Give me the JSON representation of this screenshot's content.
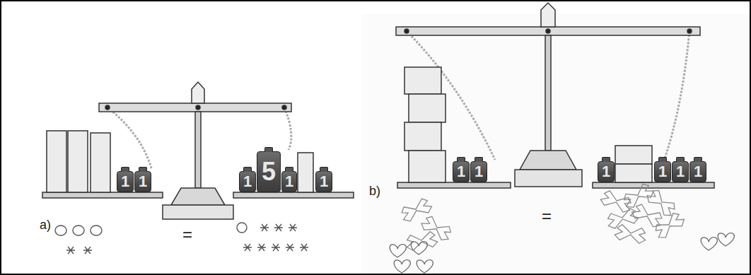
{
  "diagram": {
    "nodes": [
      {
        "text": [
          "1"
        ]
      },
      {
        "text": [
          "1"
        ]
      },
      {
        "text": [
          "1"
        ]
      },
      {
        "text": [
          "5"
        ]
      },
      {
        "text": [
          "1"
        ]
      },
      {
        "text": [
          "1"
        ]
      },
      {
        "text": [
          "1"
        ]
      },
      {
        "text": [
          "1"
        ]
      },
      {
        "text": [
          "1"
        ]
      },
      {
        "text": [
          "1"
        ]
      },
      {
        "text": [
          "1"
        ]
      },
      {
        "text": [
          "1"
        ]
      }
    ],
    "labels": [
      "a)",
      "=",
      "b)",
      "="
    ]
  }
}
